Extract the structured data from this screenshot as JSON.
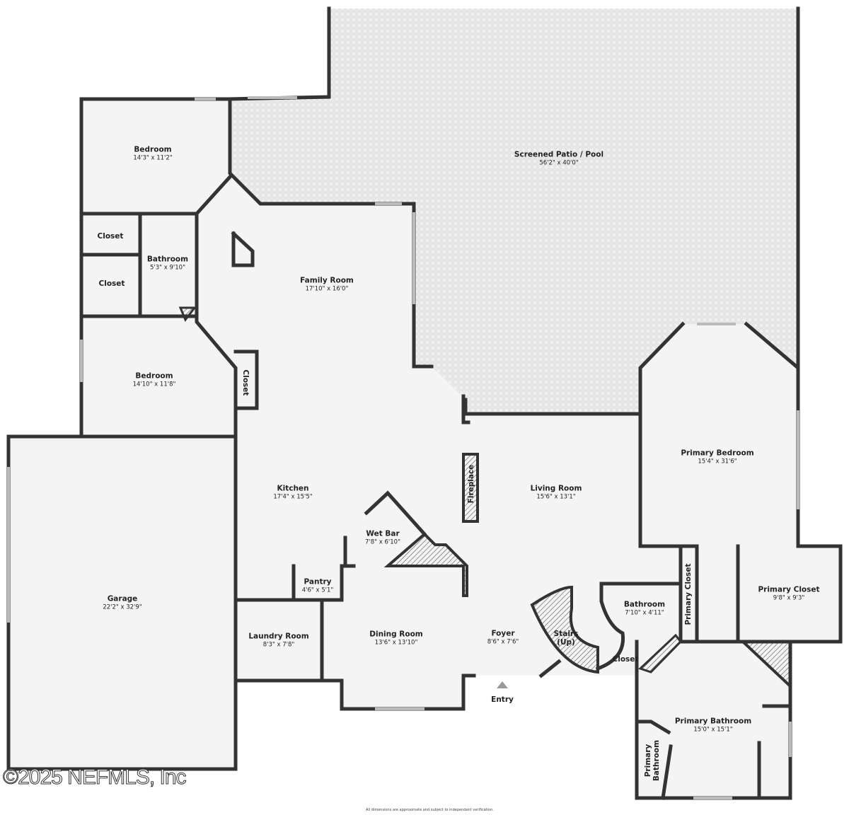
{
  "rooms": {
    "patio": {
      "name": "Screened Patio / Pool",
      "dim": "56'2\" x 40'0\""
    },
    "bedroom1": {
      "name": "Bedroom",
      "dim": "14'3\" x 11'2\""
    },
    "closet1": {
      "name": "Closet"
    },
    "closet2": {
      "name": "Closet"
    },
    "bathroom1": {
      "name": "Bathroom",
      "dim": "5'3\" x 9'10\""
    },
    "family": {
      "name": "Family Room",
      "dim": "17'10\" x 16'0\""
    },
    "bedroom2": {
      "name": "Bedroom",
      "dim": "14'10\" x 11'8\""
    },
    "closet3": {
      "name": "Closet"
    },
    "garage": {
      "name": "Garage",
      "dim": "22'2\" x 32'9\""
    },
    "kitchen": {
      "name": "Kitchen",
      "dim": "17'4\" x 15'5\""
    },
    "fireplace": {
      "name": "Fireplace"
    },
    "living": {
      "name": "Living Room",
      "dim": "15'6\" x 13'1\""
    },
    "primary_bedroom": {
      "name": "Primary Bedroom",
      "dim": "15'4\" x 31'6\""
    },
    "wetbar": {
      "name": "Wet Bar",
      "dim": "7'8\" x 6'10\""
    },
    "pantry": {
      "name": "Pantry",
      "dim": "4'6\" x 5'1\""
    },
    "laundry": {
      "name": "Laundry Room",
      "dim": "8'3\" x 7'8\""
    },
    "dining": {
      "name": "Dining Room",
      "dim": "13'6\" x 13'10\""
    },
    "foyer": {
      "name": "Foyer",
      "dim": "8'6\" x 7'6\""
    },
    "stairs": {
      "name": "Stairs",
      "dim": "(Up)"
    },
    "bathroom2": {
      "name": "Bathroom",
      "dim": "7'10\" x 4'11\""
    },
    "closet4": {
      "name": "Closet"
    },
    "primary_closet_small": {
      "name": "Primary Closet"
    },
    "primary_closet": {
      "name": "Primary Closet",
      "dim": "9'8\" x 9'3\""
    },
    "primary_bathroom": {
      "name": "Primary Bathroom",
      "dim": "15'0\" x 15'1\""
    },
    "primary_bathroom_small": {
      "name": "Primary Bathroom"
    }
  },
  "entry": "Entry",
  "copyright": "©2025 NEFMLS, Inc",
  "disclaimer": "All dimensions are approximate and subject to independent verification.",
  "colors": {
    "wall": "#333333",
    "floor": "#f4f4f4",
    "patio": "#e6e6e6"
  }
}
